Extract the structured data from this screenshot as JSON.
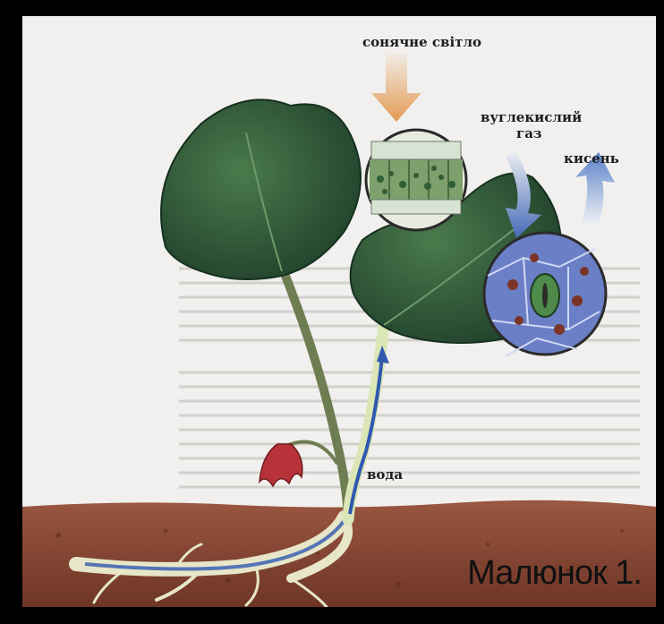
{
  "labels": {
    "sunlight": "сонячне світло",
    "co2_line1": "вуглекислий",
    "co2_line2": "газ",
    "oxygen": "кисень",
    "water": "вода"
  },
  "caption": "Малюнок 1.",
  "colors": {
    "frame": "#000000",
    "paper": "#f1f0ee",
    "soil": "#8a4a36",
    "leaf": "#2f5d3a",
    "stem": "#d9e6b0",
    "flower": "#b8323a",
    "sun_arrow": "#e2a25a",
    "co2_arrow": "#4a6fb8",
    "o2_arrow": "#5b83c9",
    "water_flow": "#2f58b0"
  }
}
